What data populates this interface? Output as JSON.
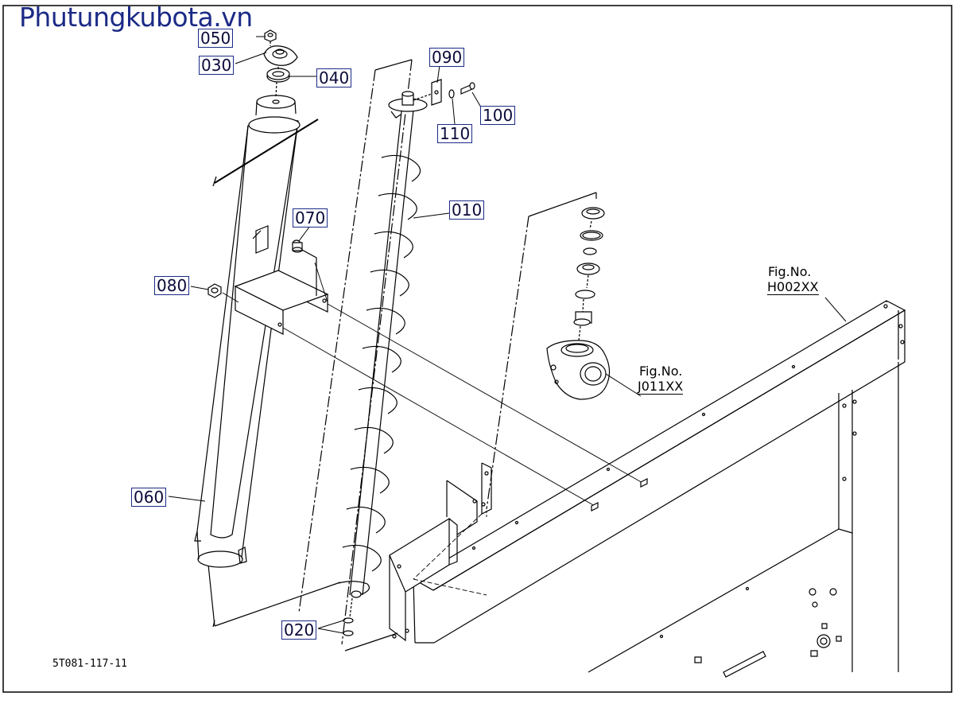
{
  "watermark": "Phutungkubota.vn",
  "diagram_code": "5T081-117-11",
  "parts": {
    "p010": "010",
    "p020": "020",
    "p030": "030",
    "p040": "040",
    "p050": "050",
    "p060": "060",
    "p070": "070",
    "p080": "080",
    "p090": "090",
    "p100": "100",
    "p110": "110"
  },
  "fig_refs": {
    "h002": {
      "label": "Fig.No.",
      "number": "H002XX"
    },
    "j011": {
      "label": "Fig.No.",
      "number": "J011XX"
    }
  },
  "colors": {
    "line": "#000000",
    "callout_border": "#1b2a86",
    "watermark": "#1b2a86"
  }
}
